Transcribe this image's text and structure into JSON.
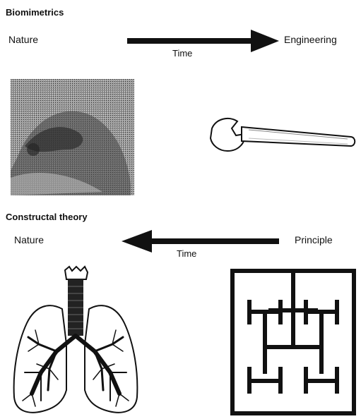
{
  "sections": [
    {
      "heading": "Biomimetrics",
      "left_label": "Nature",
      "right_label": "Engineering",
      "arrow_label": "Time",
      "arrow_direction": "right",
      "left_image": "photo-of-animal",
      "right_image": "wrench-icon"
    },
    {
      "heading": "Constructal theory",
      "left_label": "Nature",
      "right_label": "Principle",
      "arrow_label": "Time",
      "arrow_direction": "left",
      "left_image": "lungs-illustration",
      "right_image": "h-tree-constructal-diagram"
    }
  ],
  "colors": {
    "ink": "#111111",
    "photo_dark": "#555555",
    "photo_light": "#bdbdbd"
  }
}
